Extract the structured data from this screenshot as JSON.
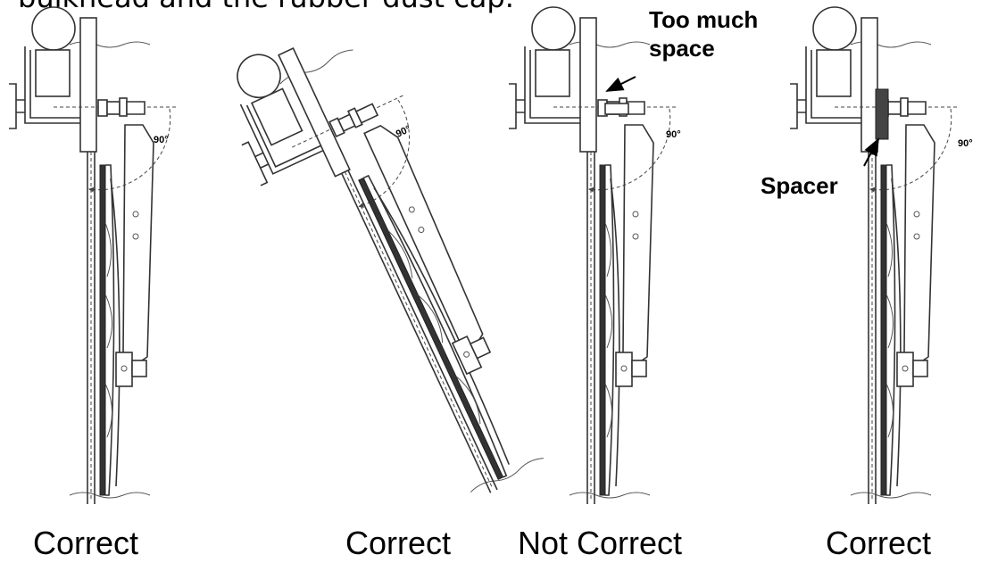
{
  "header_text": "bulkhead and the rubber dust cap.",
  "notes": {
    "too_much_space_line1": "Too much",
    "too_much_space_line2": "space",
    "spacer": "Spacer"
  },
  "angle_label": "90°",
  "captions": [
    "Correct",
    "Correct",
    "Not Correct",
    "Correct"
  ],
  "colors": {
    "line": "#333333",
    "blade": "#333333",
    "spacer": "#444444"
  }
}
